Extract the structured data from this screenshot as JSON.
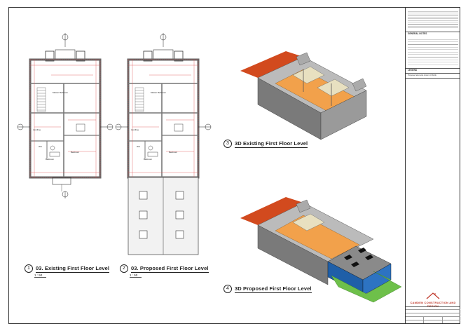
{
  "views": {
    "v1": {
      "num": "1",
      "title": "03. Existing First Floor Level",
      "scale": "1 : 50"
    },
    "v2": {
      "num": "2",
      "title": "03. Proposed First Floor Level",
      "scale": "1 : 50"
    },
    "v3": {
      "num": "3",
      "title": "3D Existing First Floor Level"
    },
    "v4": {
      "num": "4",
      "title": "3D Proposed First Floor Level"
    }
  },
  "rooms": {
    "master_bedroom": "Master Bedroom",
    "landing": "Landing",
    "bedroom": "Bedroom",
    "wc": "WC"
  },
  "titleblock": {
    "notes_heading": "GENERAL NOTES",
    "legend_heading": "LEGEND",
    "legend_text": "Proposed elements shown in BLUE",
    "company": "CAMDEN CONSTRUCTION AND DESIGN"
  },
  "colors": {
    "wall": "#9a9a9a",
    "dim_red": "#e05050",
    "floor_orange": "#f2a14b",
    "terrace_red": "#d24a1e",
    "roof_grey": "#8a8a8a",
    "extension_blue": "#1f5fa8",
    "grass_green": "#6ec04a",
    "brand_red": "#c0392b"
  }
}
